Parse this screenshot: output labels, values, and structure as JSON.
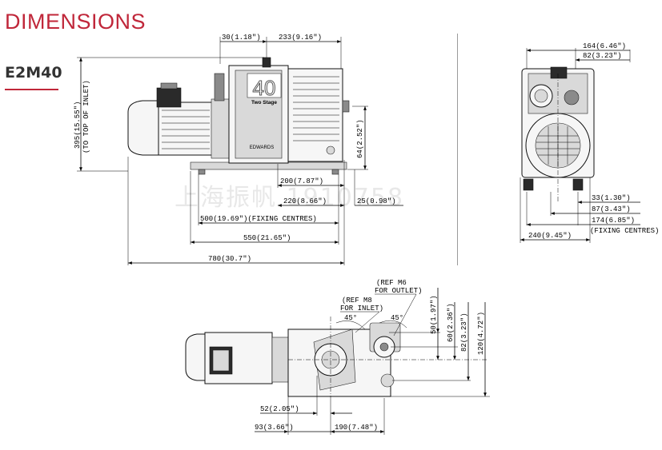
{
  "page": {
    "title": "DIMENSIONS",
    "model": "E2M40",
    "watermark": "上海振帆 1910758"
  },
  "front_view": {
    "badge_number": "40",
    "badge_text": "Two Stage",
    "brand": "EDWARDS",
    "dims": {
      "d30": "30(1.18\")",
      "d233": "233(9.16\")",
      "d395": "395(15.55\")",
      "d395_note": "(TO TOP OF INLET)",
      "d64": "64(2.52\")",
      "d200": "200(7.87\")",
      "d220": "220(8.66\")",
      "d25": "25(0.98\")",
      "d500": "500(19.69\")(FIXING CENTRES)",
      "d550": "550(21.65\")",
      "d780": "780(30.7\")"
    }
  },
  "side_view": {
    "dims": {
      "d164": "164(6.46\")",
      "d82": "82(3.23\")",
      "d33": "33(1.30\")",
      "d87": "87(3.43\")",
      "d174": "174(6.85\")",
      "d174_note": "(FIXING CENTRES)",
      "d240": "240(9.45\")"
    }
  },
  "top_view": {
    "ref_outlet_1": "(REF M6",
    "ref_outlet_2": "FOR OUTLET)",
    "ref_inlet_1": "(REF M8",
    "ref_inlet_2": "FOR INLET)",
    "angle_1": "45°",
    "angle_2": "45°",
    "dims": {
      "d50": "50(1.97\")",
      "d60": "60(2.36\")",
      "d82": "82(3.23\")",
      "d120": "120(4.72\")",
      "d52": "52(2.05\")",
      "d93": "93(3.66\")",
      "d190": "190(7.48\")"
    }
  }
}
